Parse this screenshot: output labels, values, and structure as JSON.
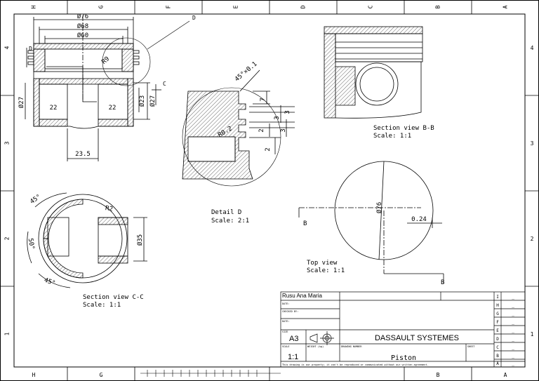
{
  "border": {
    "top_letters": [
      "H",
      "G",
      "F",
      "E",
      "D",
      "C",
      "B",
      "A"
    ],
    "bottom_letters": [
      "H",
      "G",
      "B",
      "A"
    ],
    "left_numbers": [
      "4",
      "3",
      "2",
      "1"
    ],
    "right_numbers": [
      "4",
      "3",
      "2",
      "1"
    ]
  },
  "front_view": {
    "d76": "Ø76",
    "d68": "Ø68",
    "d60": "Ø60",
    "d27": "Ø27",
    "d23": "Ø23",
    "d27_right": "Ø27",
    "left_22": "22",
    "right_22": "22",
    "r9": "R9",
    "d_small": "D",
    "c_label": "C",
    "w235": "23.5",
    "detail_callout": "D"
  },
  "detail_d": {
    "chamfer": "45°×0.1",
    "r02": "R0.2",
    "dims": [
      "7",
      "3",
      "3",
      "2",
      "3",
      "2"
    ],
    "caption_line1": "Detail D",
    "caption_line2": "Scale:  2:1"
  },
  "section_bb": {
    "caption_line1": "Section view B-B",
    "caption_line2": "Scale:  1:1"
  },
  "section_cc": {
    "a45_top": "45°",
    "a50": "50°",
    "a45_bottom": "45°",
    "r2": "R2",
    "d35": "Ø35",
    "caption_line1": "Section view C-C",
    "caption_line2": "Scale:  1:1"
  },
  "top_view": {
    "d76": "Ø76",
    "v024": "0.24",
    "b_left": "B",
    "b_right": "B",
    "caption_line1": "Top view",
    "caption_line2": "Scale:  1:1"
  },
  "title_block": {
    "designer": "Rusu Ana Maria",
    "date1": "DATE:",
    "checked_by": "CHECKED BY:",
    "date2": "DATE:",
    "size_label": "SIZE",
    "size": "A3",
    "company": "DASSAULT SYSTEMES",
    "scale_label": "SCALE",
    "weight_label": "WEIGHT (kg)",
    "drawing_number_label": "DRAWING NUMBER",
    "sheet_label": "SHEET",
    "scale": "1:1",
    "part_name": "Piston",
    "disclaimer": "This drawing is our property; it can't be reproduced or communicated without our written agreement.",
    "revisions": [
      {
        "letter": "I",
        "value": "_"
      },
      {
        "letter": "H",
        "value": "_"
      },
      {
        "letter": "G",
        "value": "_"
      },
      {
        "letter": "F",
        "value": "_"
      },
      {
        "letter": "E",
        "value": "_"
      },
      {
        "letter": "D",
        "value": "_"
      },
      {
        "letter": "C",
        "value": "_"
      },
      {
        "letter": "B",
        "value": "_"
      },
      {
        "letter": "A",
        "value": "_"
      }
    ]
  }
}
